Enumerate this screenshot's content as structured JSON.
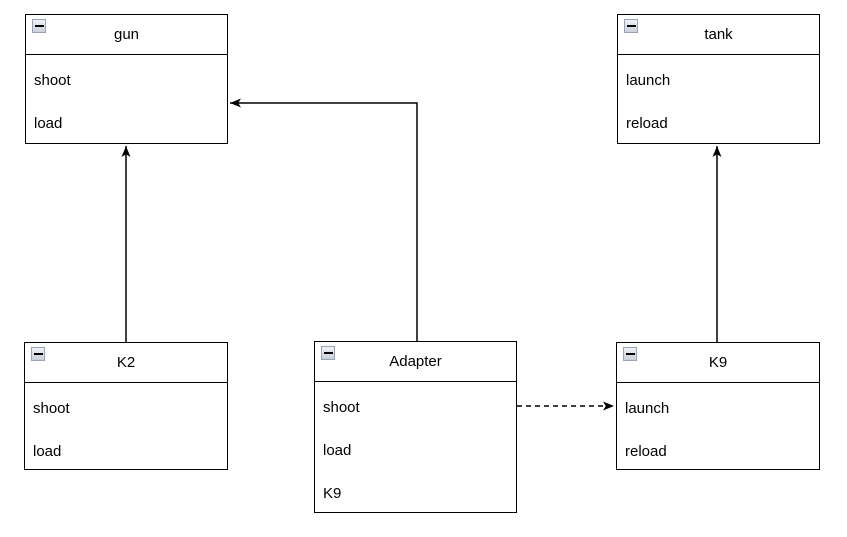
{
  "diagram": {
    "background": "#ffffff",
    "colors": {
      "line": "#000000",
      "box_border": "#000000",
      "box_fill": "#ffffff",
      "text": "#000000",
      "collapse_icon_bg": "#d9dee6",
      "collapse_icon_border": "#99a2b1"
    },
    "icons": {
      "collapse": "minus-square-icon"
    },
    "nodes": {
      "gun": {
        "title": "gun",
        "methods": [
          "shoot",
          "load"
        ]
      },
      "tank": {
        "title": "tank",
        "methods": [
          "launch",
          "reload"
        ]
      },
      "k2": {
        "title": "K2",
        "methods": [
          "shoot",
          "load"
        ]
      },
      "adapter": {
        "title": "Adapter",
        "methods": [
          "shoot",
          "load",
          "K9"
        ]
      },
      "k9": {
        "title": "K9",
        "methods": [
          "launch",
          "reload"
        ]
      }
    },
    "edges": [
      {
        "from": "K2",
        "to": "gun",
        "style": "solid",
        "arrowhead": "filled"
      },
      {
        "from": "Adapter",
        "to": "gun",
        "style": "solid",
        "arrowhead": "filled"
      },
      {
        "from": "Adapter",
        "to": "K9",
        "style": "dashed",
        "arrowhead": "filled"
      },
      {
        "from": "K9",
        "to": "tank",
        "style": "solid",
        "arrowhead": "filled"
      }
    ]
  }
}
